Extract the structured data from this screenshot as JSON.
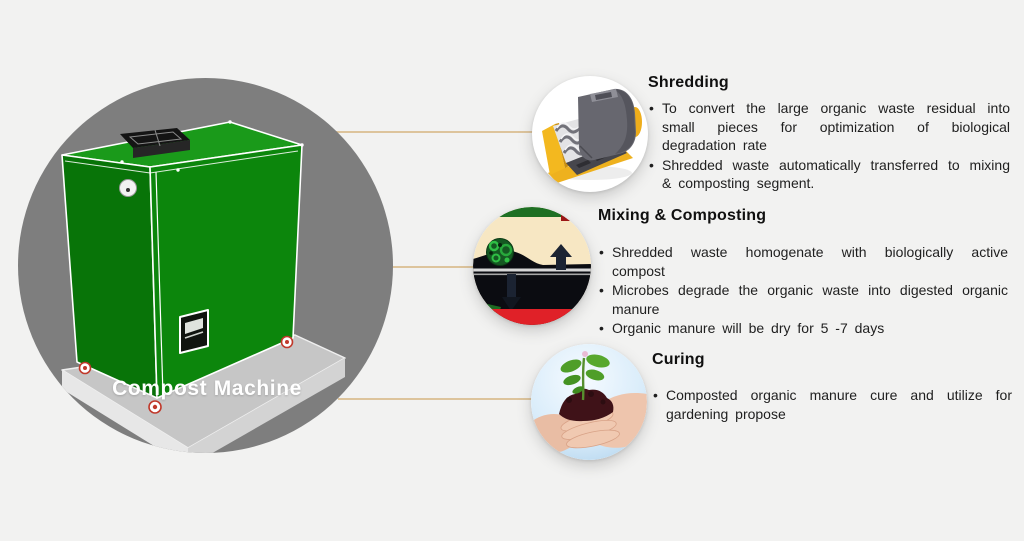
{
  "machine": {
    "label": "Compost Machine"
  },
  "sections": {
    "shredding": {
      "title": "Shredding",
      "bullets": [
        "To convert the large organic waste residual into small pieces for optimization of biological degradation rate",
        "Shredded waste automatically transferred to mixing & composting segment."
      ]
    },
    "mixing": {
      "title": "Mixing & Composting",
      "bullets": [
        "Shredded waste homogenate with biologically active compost",
        "Microbes degrade the organic waste into digested organic manure",
        "Organic manure will be dry for 5 -7 days"
      ]
    },
    "curing": {
      "title": "Curing",
      "bullets": [
        "Composted organic manure cure and utilize for gardening propose"
      ]
    }
  },
  "icons": {
    "machine": "compost-machine-3d-illustration",
    "shredding": "shredder-machine-icon",
    "mixing": "soil-mixing-arrows-icon",
    "curing": "hands-holding-seedling-icon"
  },
  "colors": {
    "background": "#F2F2F1",
    "big_circle_gray": "#7E7E7E",
    "connector_tan": "#DDC49C",
    "machine_green_top": "#1A9A1A",
    "machine_green_front": "#0C860C",
    "machine_green_left": "#087408",
    "platform_gray": "#C6C6C6",
    "caster_red": "#C0392B",
    "shredder_yellow": "#F0B41F",
    "shredder_gray": "#67676F",
    "mixing_cream": "#F7E7C3",
    "mixing_green_band": "#1F7023",
    "mixing_red_band": "#E02128",
    "mixing_soil_black": "#0B0C11",
    "curing_sky_blue": "#C8E2F5",
    "plant_green": "#4F9E28",
    "soil_brown": "#3F1218",
    "skin_tone": "#EEC5AD",
    "text_dark": "#1F1F1F",
    "label_white": "#FFFFFF"
  }
}
